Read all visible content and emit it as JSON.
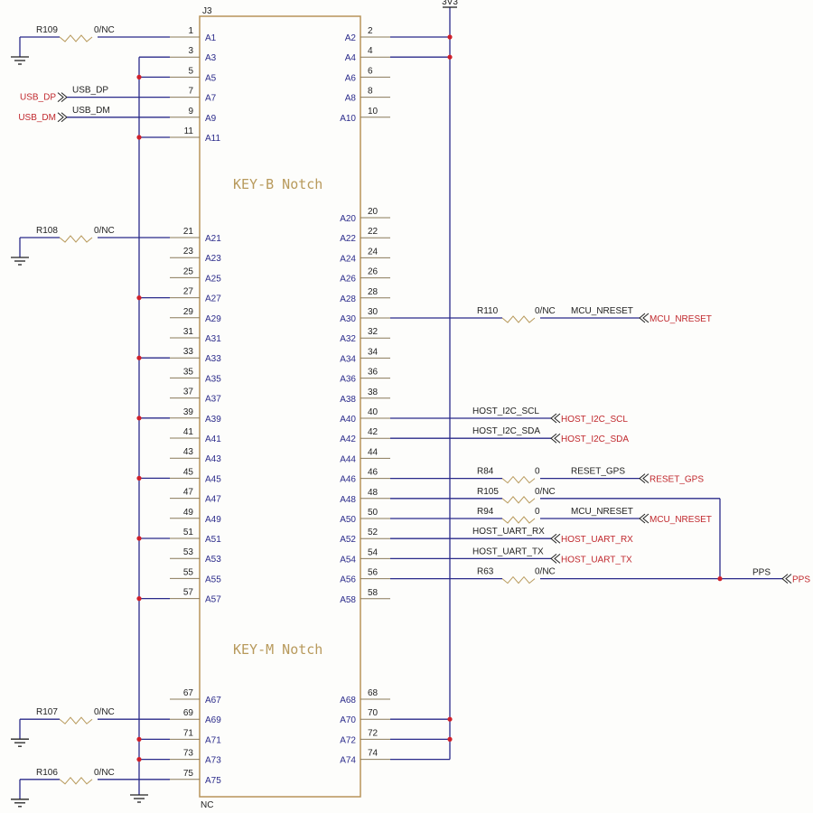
{
  "component": {
    "refdes": "J3",
    "bottom_label": "NC",
    "notch_top": "KEY-B Notch",
    "notch_bottom": "KEY-M Notch"
  },
  "power_rail": {
    "label": "3V3"
  },
  "left_pins": [
    {
      "num": "1",
      "name": "A1"
    },
    {
      "num": "3",
      "name": "A3"
    },
    {
      "num": "5",
      "name": "A5"
    },
    {
      "num": "7",
      "name": "A7"
    },
    {
      "num": "9",
      "name": "A9"
    },
    {
      "num": "11",
      "name": "A11"
    },
    {
      "num": "21",
      "name": "A21"
    },
    {
      "num": "23",
      "name": "A23"
    },
    {
      "num": "25",
      "name": "A25"
    },
    {
      "num": "27",
      "name": "A27"
    },
    {
      "num": "29",
      "name": "A29"
    },
    {
      "num": "31",
      "name": "A31"
    },
    {
      "num": "33",
      "name": "A33"
    },
    {
      "num": "35",
      "name": "A35"
    },
    {
      "num": "37",
      "name": "A37"
    },
    {
      "num": "39",
      "name": "A39"
    },
    {
      "num": "41",
      "name": "A41"
    },
    {
      "num": "43",
      "name": "A43"
    },
    {
      "num": "45",
      "name": "A45"
    },
    {
      "num": "47",
      "name": "A47"
    },
    {
      "num": "49",
      "name": "A49"
    },
    {
      "num": "51",
      "name": "A51"
    },
    {
      "num": "53",
      "name": "A53"
    },
    {
      "num": "55",
      "name": "A55"
    },
    {
      "num": "57",
      "name": "A57"
    },
    {
      "num": "67",
      "name": "A67"
    },
    {
      "num": "69",
      "name": "A69"
    },
    {
      "num": "71",
      "name": "A71"
    },
    {
      "num": "73",
      "name": "A73"
    },
    {
      "num": "75",
      "name": "A75"
    }
  ],
  "right_pins": [
    {
      "num": "2",
      "name": "A2"
    },
    {
      "num": "4",
      "name": "A4"
    },
    {
      "num": "6",
      "name": "A6"
    },
    {
      "num": "8",
      "name": "A8"
    },
    {
      "num": "10",
      "name": "A10"
    },
    {
      "num": "20",
      "name": "A20"
    },
    {
      "num": "22",
      "name": "A22"
    },
    {
      "num": "24",
      "name": "A24"
    },
    {
      "num": "26",
      "name": "A26"
    },
    {
      "num": "28",
      "name": "A28"
    },
    {
      "num": "30",
      "name": "A30"
    },
    {
      "num": "32",
      "name": "A32"
    },
    {
      "num": "34",
      "name": "A34"
    },
    {
      "num": "36",
      "name": "A36"
    },
    {
      "num": "38",
      "name": "A38"
    },
    {
      "num": "40",
      "name": "A40"
    },
    {
      "num": "42",
      "name": "A42"
    },
    {
      "num": "44",
      "name": "A44"
    },
    {
      "num": "46",
      "name": "A46"
    },
    {
      "num": "48",
      "name": "A48"
    },
    {
      "num": "50",
      "name": "A50"
    },
    {
      "num": "52",
      "name": "A52"
    },
    {
      "num": "54",
      "name": "A54"
    },
    {
      "num": "56",
      "name": "A56"
    },
    {
      "num": "58",
      "name": "A58"
    },
    {
      "num": "68",
      "name": "A68"
    },
    {
      "num": "70",
      "name": "A70"
    },
    {
      "num": "72",
      "name": "A72"
    },
    {
      "num": "74",
      "name": "A74"
    }
  ],
  "left_resistors": [
    {
      "ref": "R109",
      "value": "0/NC",
      "pin": "1"
    },
    {
      "ref": "R108",
      "value": "0/NC",
      "pin": "21"
    },
    {
      "ref": "R107",
      "value": "0/NC",
      "pin": "69"
    },
    {
      "ref": "R106",
      "value": "0/NC",
      "pin": "75"
    }
  ],
  "left_ports": [
    {
      "net": "USB_DP",
      "port": "USB_DP",
      "pin": "7"
    },
    {
      "net": "USB_DM",
      "port": "USB_DM",
      "pin": "9"
    }
  ],
  "right_nets": [
    {
      "pin": "30",
      "ref": "R110",
      "value": "0/NC",
      "net": "MCU_NRESET",
      "port": "MCU_NRESET"
    },
    {
      "pin": "40",
      "ref": "",
      "value": "",
      "net": "HOST_I2C_SCL",
      "port": "HOST_I2C_SCL"
    },
    {
      "pin": "42",
      "ref": "",
      "value": "",
      "net": "HOST_I2C_SDA",
      "port": "HOST_I2C_SDA"
    },
    {
      "pin": "46",
      "ref": "R84",
      "value": "0",
      "net": "RESET_GPS",
      "port": "RESET_GPS"
    },
    {
      "pin": "48",
      "ref": "R105",
      "value": "0/NC",
      "net": "",
      "port": ""
    },
    {
      "pin": "50",
      "ref": "R94",
      "value": "0",
      "net": "MCU_NRESET",
      "port": "MCU_NRESET"
    },
    {
      "pin": "52",
      "ref": "",
      "value": "",
      "net": "HOST_UART_RX",
      "port": "HOST_UART_RX"
    },
    {
      "pin": "54",
      "ref": "",
      "value": "",
      "net": "HOST_UART_TX",
      "port": "HOST_UART_TX"
    },
    {
      "pin": "56",
      "ref": "R63",
      "value": "0/NC",
      "net": "PPS",
      "port": "PPS"
    }
  ],
  "gnd_bus_pins": [
    "3",
    "5",
    "11",
    "27",
    "33",
    "39",
    "45",
    "51",
    "57",
    "71",
    "73"
  ],
  "power_bus_pins": [
    "2",
    "4",
    "70",
    "72",
    "74"
  ]
}
